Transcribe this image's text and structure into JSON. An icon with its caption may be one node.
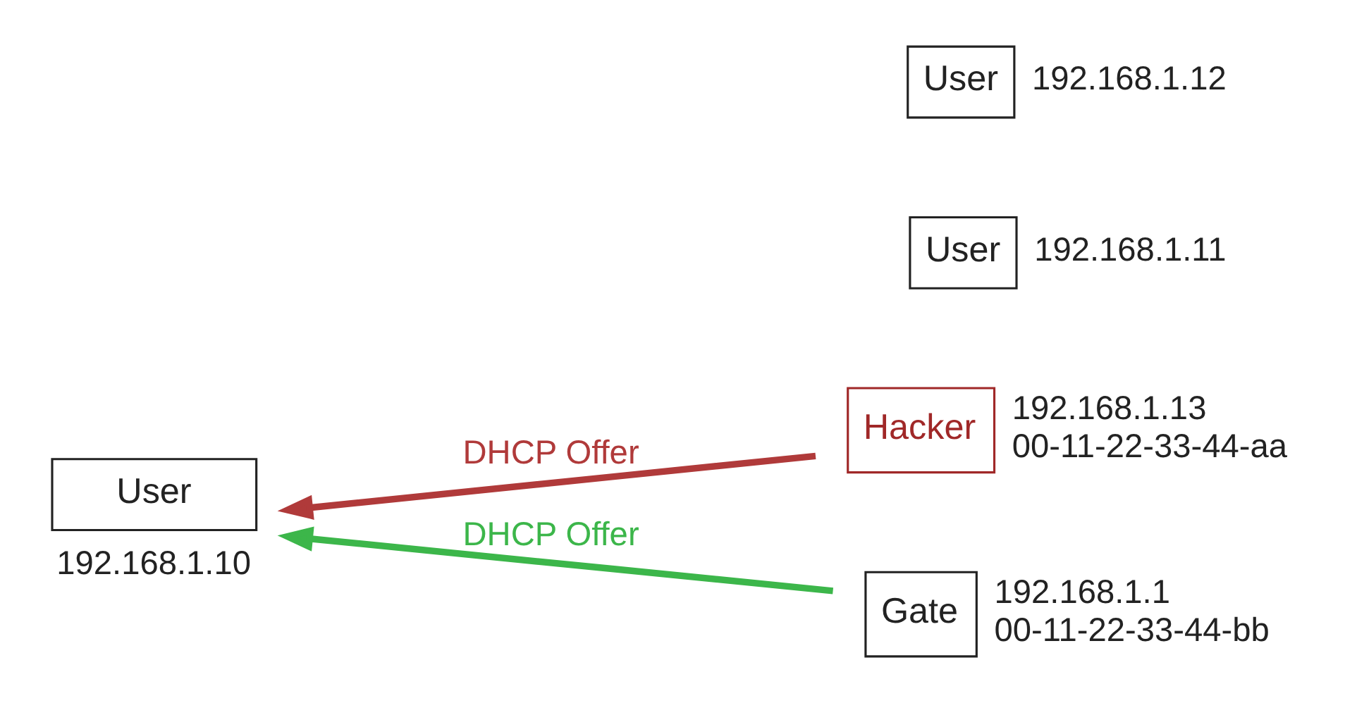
{
  "diagram": {
    "nodes": [
      {
        "text": [
          "User"
        ],
        "beside": [
          "192.168.1.10"
        ]
      },
      {
        "text": [
          "User"
        ],
        "beside": [
          "192.168.1.11"
        ]
      },
      {
        "text": [
          "User"
        ],
        "beside": [
          "192.168.1.12"
        ]
      },
      {
        "text": [
          "Hacker"
        ],
        "beside": [
          "192.168.1.13",
          "00-11-22-33-44-aa"
        ]
      },
      {
        "text": [
          "Gate"
        ],
        "beside": [
          "192.168.1.1",
          "00-11-22-33-44-bb"
        ]
      }
    ],
    "edges": [
      {
        "from": 3,
        "to": 0,
        "arrow": "to",
        "label": "DHCP Offer",
        "color": "#b03a3a"
      },
      {
        "from": 4,
        "to": 0,
        "arrow": "to",
        "label": "DHCP Offer",
        "color": "#3cb64a"
      }
    ]
  }
}
